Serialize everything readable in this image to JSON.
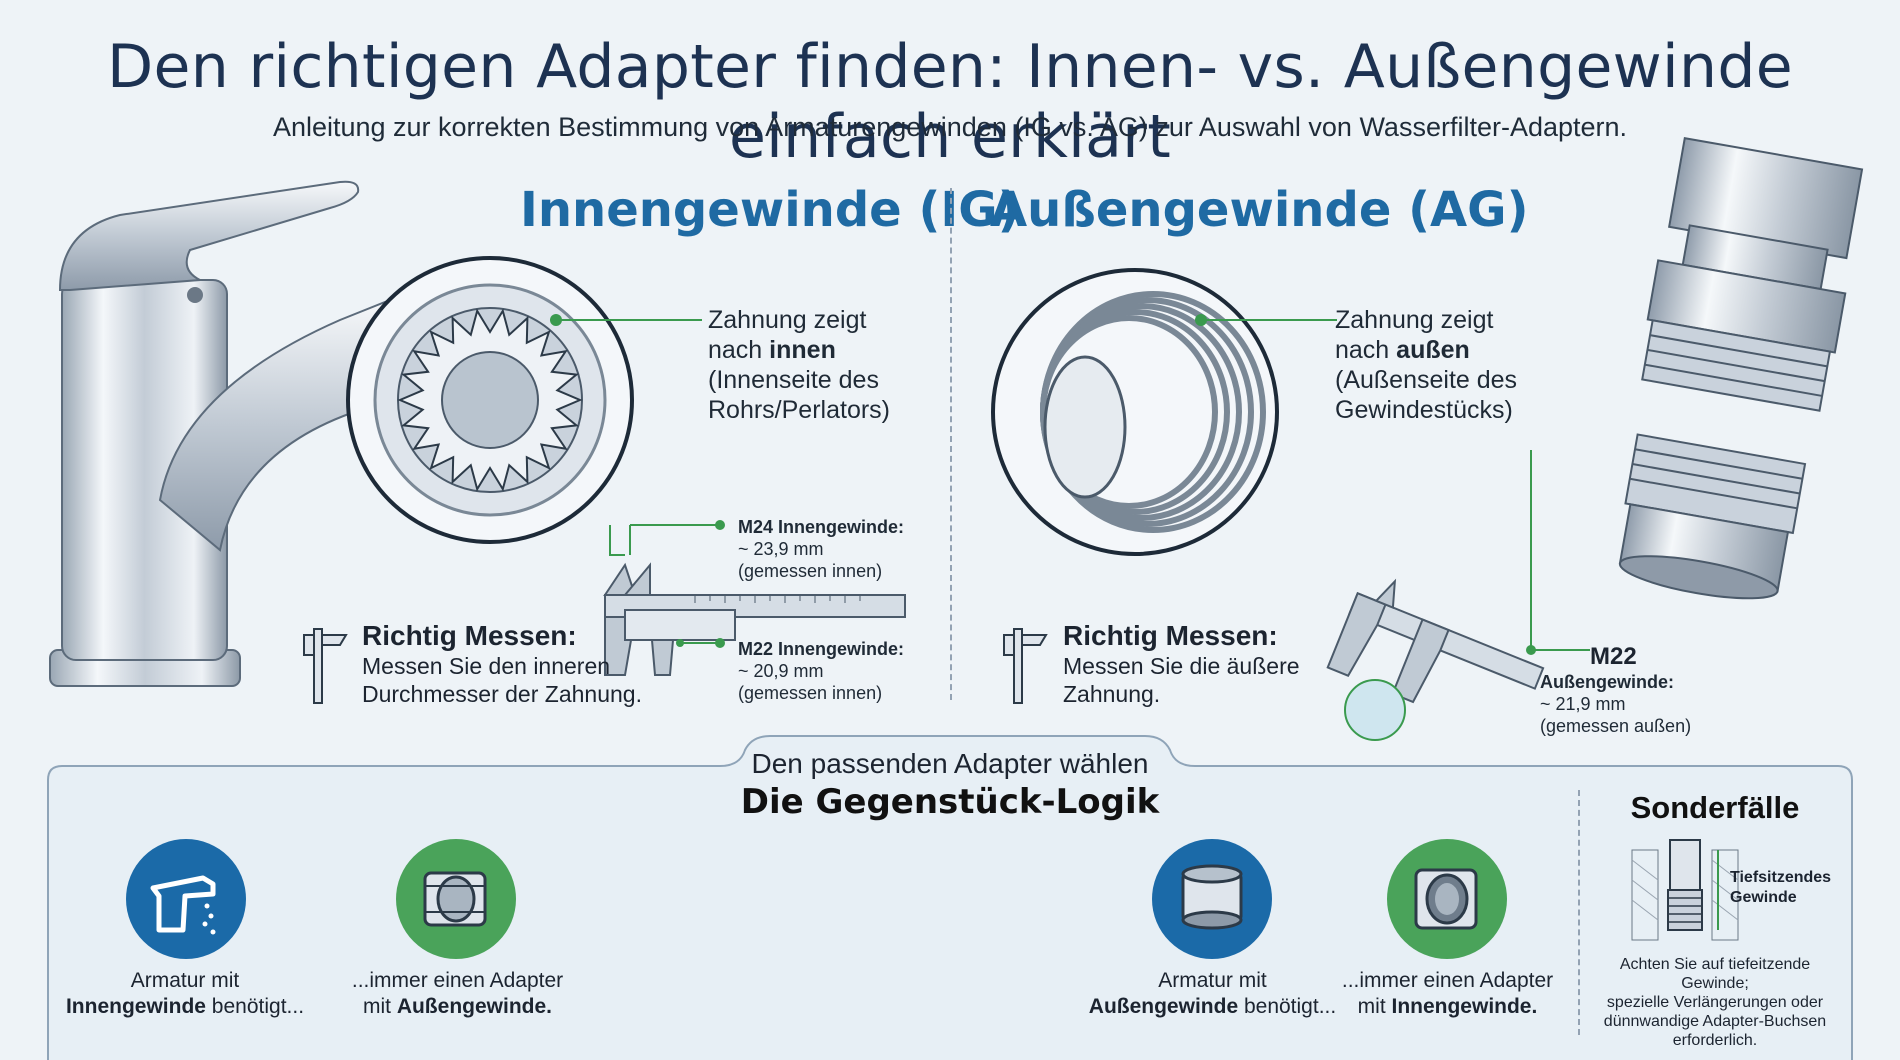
{
  "title": "Den richtigen Adapter finden: Innen- vs. Außengewinde einfach erklärt",
  "subtitle": "Anleitung zur korrekten Bestimmung von Armaturengewinden (IG vs. AG) zur Auswahl von Wasserfilter-Adaptern.",
  "innen": {
    "heading": "Innengewinde (IG)",
    "desc_l1": "Zahnung zeigt",
    "desc_l2_pre": "nach ",
    "desc_l2_bold": "innen",
    "desc_l3": "(Innenseite des",
    "desc_l4": "Rohrs/Perlators)",
    "m24_title": "M24 Innengewinde:",
    "m24_value": "~ 23,9 mm",
    "m24_note": "(gemessen innen)",
    "m22_title": "M22 Innengewinde:",
    "m22_value": "~ 20,9 mm",
    "m22_note": "(gemessen innen)",
    "howto_title": "Richtig Messen:",
    "howto_l1": "Messen Sie den inneren",
    "howto_l2": "Durchmesser der Zahnung."
  },
  "aussen": {
    "heading": "Außengewinde (AG)",
    "desc_l1": "Zahnung zeigt",
    "desc_l2_pre": "nach ",
    "desc_l2_bold": "außen",
    "desc_l3": "(Außenseite des",
    "desc_l4": "Gewindestücks)",
    "howto_title": "Richtig Messen:",
    "howto_l1": "Messen Sie die äußere",
    "howto_l2": "Zahnung.",
    "m22_l1": "M22",
    "m22_l2": "Außengewinde:",
    "m22_value": "~ 21,9 mm",
    "m22_note": "(gemessen außen)"
  },
  "logic": {
    "tab_label": "Den passenden Adapter wählen",
    "title": "Die Gegenstück-Logik",
    "items": [
      {
        "icon": "faucet-icon",
        "l1": "Armatur mit",
        "l2_bold": "Innengewinde",
        "l2_rest": " benötigt..."
      },
      {
        "icon": "male-adapter-icon",
        "l1": "...immer einen Adapter",
        "l2_pre": "mit ",
        "l2_bold": "Außengewinde."
      },
      {
        "icon": "aerator-icon",
        "l1": "Armatur mit",
        "l2_bold": "Außengewinde",
        "l2_rest": " benötigt..."
      },
      {
        "icon": "female-adapter-icon",
        "l1": "...immer einen Adapter",
        "l2_pre": "mit ",
        "l2_bold": "Innengewinde."
      }
    ]
  },
  "sonder": {
    "title": "Sonderfälle",
    "label_l1": "Tiefsitzendes",
    "label_l2": "Gewinde",
    "note_l1": "Achten Sie auf tiefeitzende Gewinde;",
    "note_l2": "spezielle Verlängerungen oder",
    "note_l3": "dünnwandige Adapter-Buchsen",
    "note_l4": "erforderlich."
  },
  "colors": {
    "accent_blue": "#1f6aa3",
    "circle_blue": "#1b6aa8",
    "circle_green": "#4aa35a",
    "callout_green": "#3a9a4e",
    "title_navy": "#1d3252"
  }
}
